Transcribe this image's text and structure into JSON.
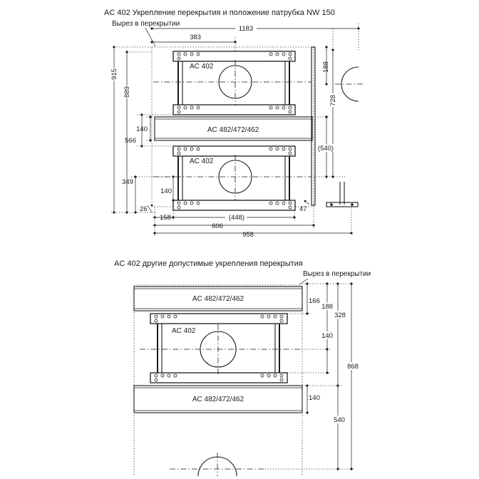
{
  "top": {
    "title": "AC 402 Укрепление перекрытия и положение патрубка NW 150",
    "cutout_label": "Вырез в перекрытии",
    "unit_label_upper": "AC 402",
    "unit_label_lower": "AC 402",
    "beam_label": "AC 482/472/462",
    "dims": {
      "d1183": "1183",
      "d383": "383",
      "d915": "915",
      "d889": "889",
      "d188": "188",
      "d728": "728",
      "d140a": "140",
      "d566": "566",
      "d540p": "(540)",
      "d349": "349",
      "d140b": "140",
      "d26": "26",
      "d47": "47",
      "d158": "158",
      "d448p": "(448)",
      "d606": "606",
      "d958": "958"
    }
  },
  "bottom": {
    "title": "AC 402 другие допустимые укрепления перекрытия",
    "cutout_label": "Вырез в перекрытии",
    "beam_label_upper": "AC 482/472/462",
    "beam_label_lower": "AC 482/472/462",
    "unit_label": "AC 402",
    "dims": {
      "d166": "166",
      "d188": "188",
      "d328": "328",
      "d140a": "140",
      "d868": "868",
      "d140b": "140",
      "d540": "540"
    }
  }
}
